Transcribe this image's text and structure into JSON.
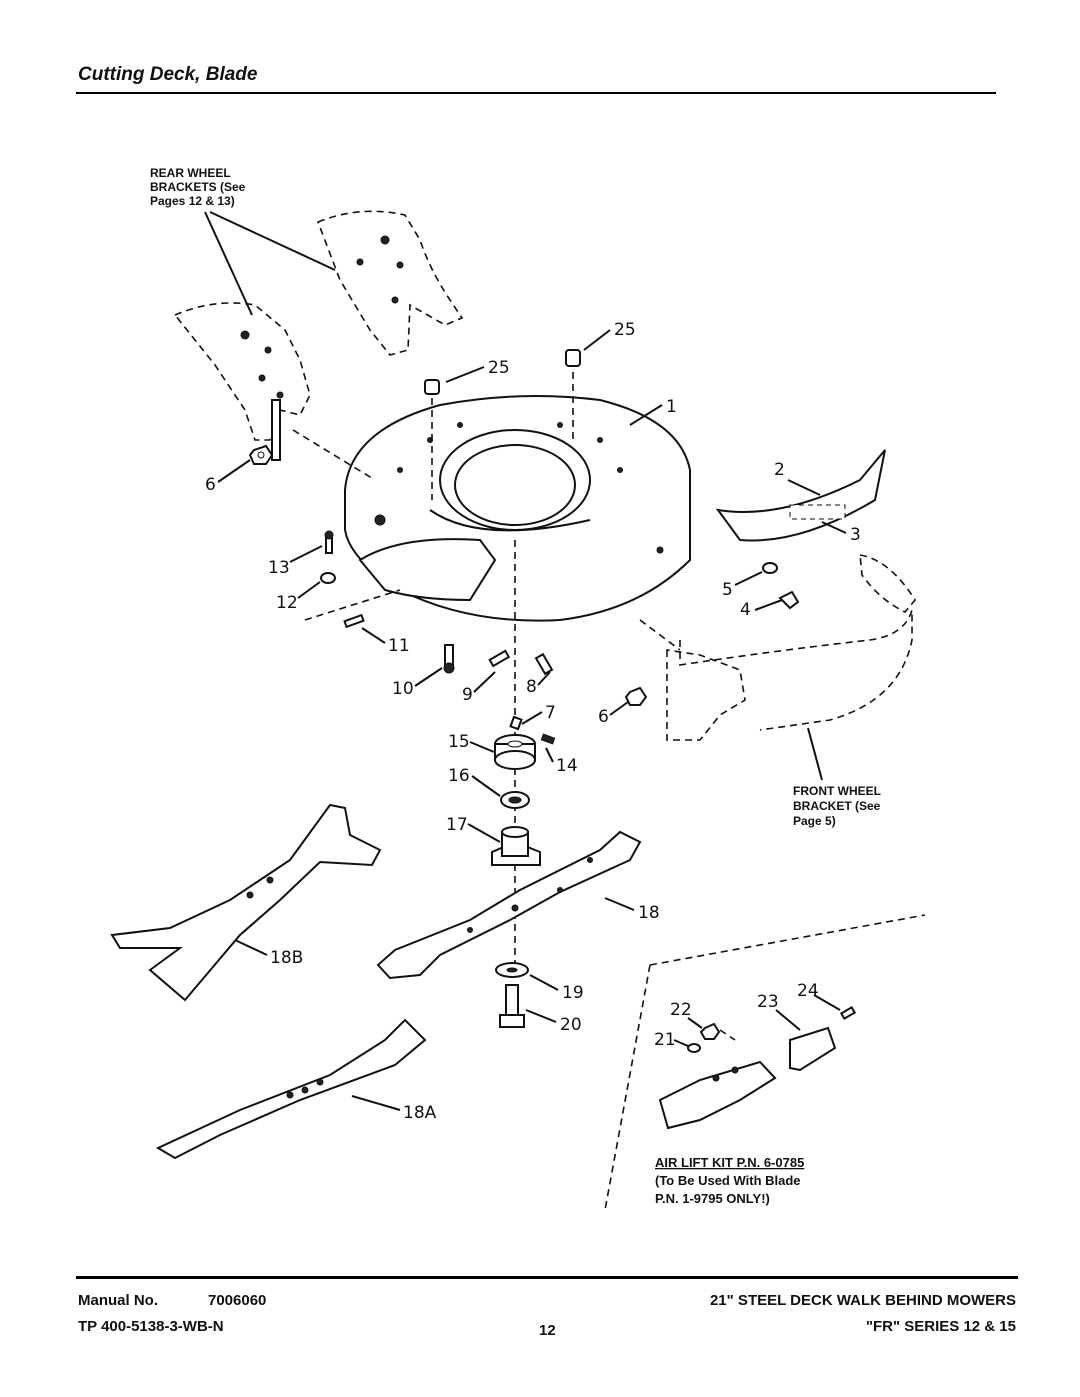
{
  "header": {
    "title": "Cutting Deck, Blade"
  },
  "notes": {
    "rear_bracket": [
      "REAR WHEEL",
      "BRACKETS (See",
      "Pages 12 & 13)"
    ],
    "front_bracket": [
      "FRONT WHEEL",
      "BRACKET (See",
      "Page 5)"
    ],
    "air_lift": [
      "AIR LIFT KIT P.N. 6-0785",
      "(To Be Used With Blade",
      "P.N. 1-9795 ONLY!)"
    ]
  },
  "callouts": {
    "c1": "1",
    "c2": "2",
    "c3": "3",
    "c4": "4",
    "c5": "5",
    "c6a": "6",
    "c6b": "6",
    "c7": "7",
    "c8": "8",
    "c9": "9",
    "c10": "10",
    "c11": "11",
    "c12": "12",
    "c13": "13",
    "c14": "14",
    "c15": "15",
    "c16": "16",
    "c17": "17",
    "c18": "18",
    "c18a": "18A",
    "c18b": "18B",
    "c19": "19",
    "c20": "20",
    "c21": "21",
    "c22": "22",
    "c23": "23",
    "c24": "24",
    "c25a": "25",
    "c25b": "25"
  },
  "footer": {
    "manual_label": "Manual No.",
    "manual_no": "7006060",
    "tp": "TP 400-5138-3-WB-N",
    "page": "12",
    "product": "21\" STEEL DECK WALK BEHIND MOWERS",
    "series": "\"FR\" SERIES 12 & 15"
  }
}
